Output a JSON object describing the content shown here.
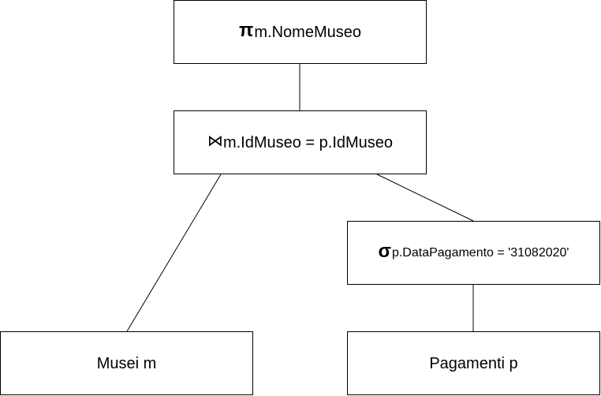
{
  "diagram": {
    "nodes": {
      "projection": {
        "symbol": "π",
        "expression": "m.NomeMuseo"
      },
      "join": {
        "symbol": "⋈",
        "expression": "m.IdMuseo = p.IdMuseo"
      },
      "selection": {
        "symbol": "σ",
        "expression": "p.DataPagamento = '31082020'"
      },
      "musei": {
        "label": "Musei m"
      },
      "pagamenti": {
        "label": "Pagamenti p"
      }
    },
    "edges": [
      {
        "from": "projection",
        "to": "join"
      },
      {
        "from": "join",
        "to": "musei"
      },
      {
        "from": "join",
        "to": "selection"
      },
      {
        "from": "selection",
        "to": "pagamenti"
      }
    ]
  }
}
